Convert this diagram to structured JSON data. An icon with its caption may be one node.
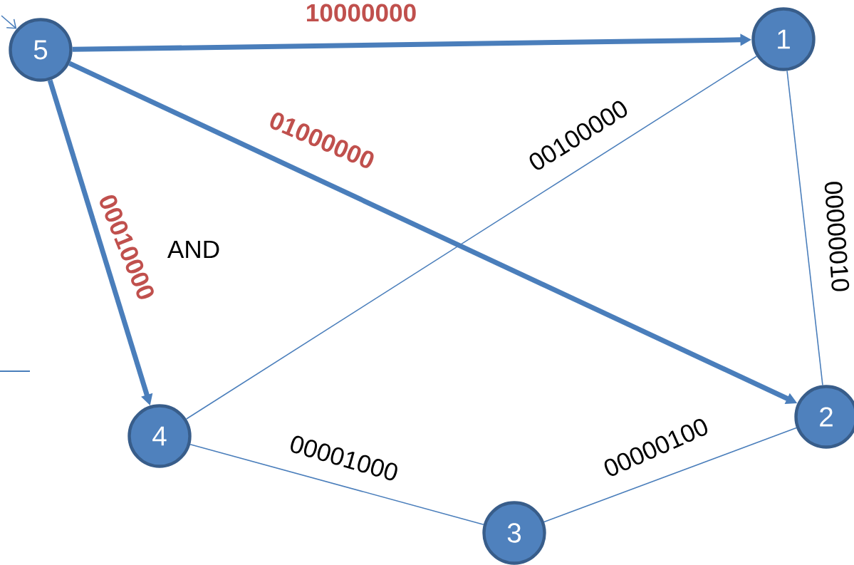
{
  "diagram": {
    "nodes": [
      {
        "text": [
          "5"
        ]
      },
      {
        "text": [
          "1"
        ]
      },
      {
        "text": [
          "4"
        ]
      },
      {
        "text": [
          "2"
        ]
      },
      {
        "text": [
          "3"
        ]
      }
    ],
    "edges": [
      {
        "from": null,
        "to": 0,
        "arrow": "to"
      },
      {
        "from": 0,
        "to": 1,
        "arrow": "to",
        "style": "thick",
        "label": "10000000"
      },
      {
        "from": 0,
        "to": 3,
        "arrow": "to",
        "style": "thick",
        "label": "01000000"
      },
      {
        "from": 0,
        "to": 2,
        "arrow": "to",
        "style": "thick",
        "label": "00010000"
      },
      {
        "from": 2,
        "to": 1,
        "arrow": "none",
        "label": "00100000"
      },
      {
        "from": 1,
        "to": 3,
        "arrow": "none",
        "label": "00000010"
      },
      {
        "from": 2,
        "to": 4,
        "arrow": "none",
        "label": "00001000"
      },
      {
        "from": 4,
        "to": 3,
        "arrow": "none",
        "label": "00000100"
      }
    ],
    "labels": [
      "AND"
    ]
  }
}
